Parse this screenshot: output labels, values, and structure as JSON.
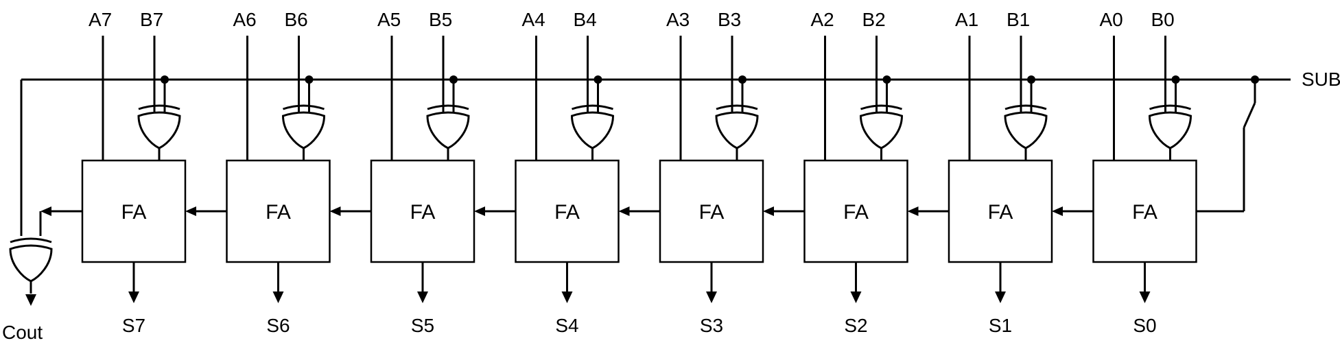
{
  "diagram": {
    "control_label": "SUB",
    "carry_out_label": "Cout",
    "box_label": "FA",
    "stages": [
      {
        "a": "A7",
        "b": "B7",
        "s": "S7"
      },
      {
        "a": "A6",
        "b": "B6",
        "s": "S6"
      },
      {
        "a": "A5",
        "b": "B5",
        "s": "S5"
      },
      {
        "a": "A4",
        "b": "B4",
        "s": "S4"
      },
      {
        "a": "A3",
        "b": "B3",
        "s": "S3"
      },
      {
        "a": "A2",
        "b": "B2",
        "s": "S2"
      },
      {
        "a": "A1",
        "b": "B1",
        "s": "S1"
      },
      {
        "a": "A0",
        "b": "B0",
        "s": "S0"
      }
    ]
  }
}
